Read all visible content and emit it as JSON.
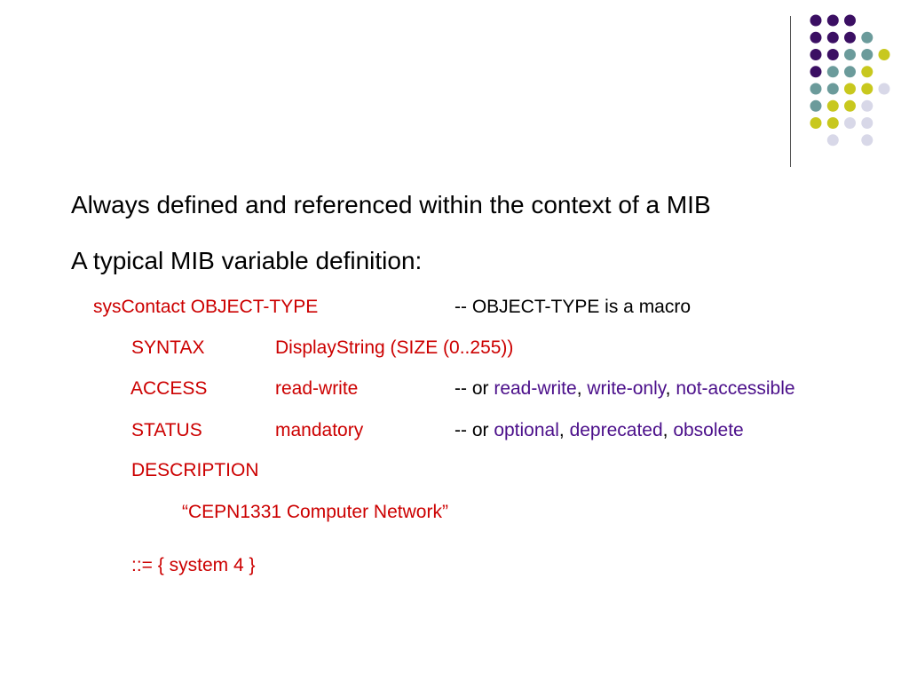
{
  "slide": {
    "bullets": [
      "Always defined and referenced within the context of a MIB",
      "A typical MIB variable definition:"
    ],
    "code": {
      "line1": {
        "keyword": "sysContact OBJECT-TYPE",
        "comment": "-- OBJECT-TYPE is a macro"
      },
      "syntax": {
        "key": "SYNTAX",
        "value": "DisplayString (SIZE (0..255))"
      },
      "access": {
        "key": "ACCESS",
        "value": "read-write",
        "comment_prefix": "-- or ",
        "options": [
          "read-write",
          "write-only",
          "not-accessible"
        ]
      },
      "status": {
        "key": "STATUS",
        "value": "mandatory",
        "comment_prefix": "-- or ",
        "options": [
          "optional",
          "deprecated",
          "obsolete"
        ]
      },
      "description": {
        "key": "DESCRIPTION",
        "value": "“CEPN1331 Computer Network”"
      },
      "assignment": "::= { system 4 }",
      "separator": ", "
    }
  },
  "decoration": {
    "dot_colors": {
      "purple": "#3b0f63",
      "teal": "#6b9b9b",
      "lime": "#c8c81e",
      "lavender": "#d8d8e8"
    },
    "dot_grid": [
      [
        "purple",
        "purple",
        "purple",
        null,
        null
      ],
      [
        "purple",
        "purple",
        "purple",
        "teal",
        null
      ],
      [
        "purple",
        "purple",
        "teal",
        "teal",
        "lime"
      ],
      [
        "purple",
        "teal",
        "teal",
        "lime",
        null
      ],
      [
        "teal",
        "teal",
        "lime",
        "lime",
        "lavender"
      ],
      [
        "teal",
        "lime",
        "lime",
        "lavender",
        null
      ],
      [
        "lime",
        "lime",
        "lavender",
        "lavender",
        null
      ],
      [
        null,
        "lavender",
        null,
        "lavender",
        null
      ]
    ]
  }
}
